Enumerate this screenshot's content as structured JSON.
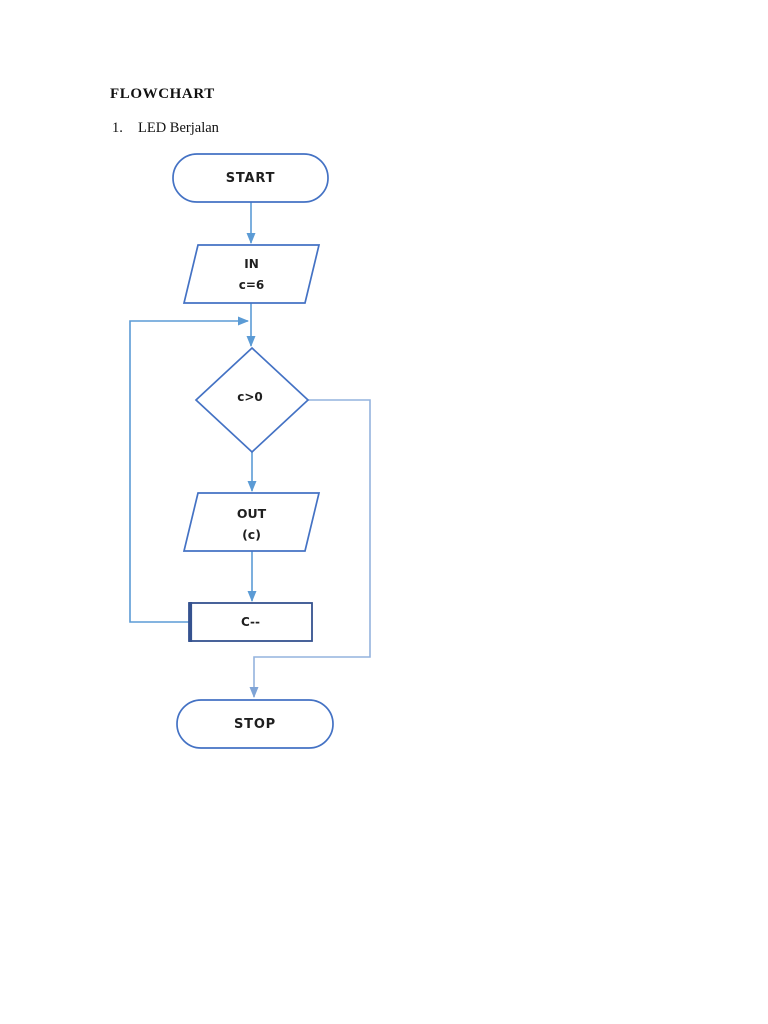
{
  "page": {
    "title": "FLOWCHART",
    "list_item": {
      "number": "1.",
      "label": "LED Berjalan"
    }
  },
  "flowchart": {
    "nodes": {
      "start": {
        "type": "terminator",
        "label": "START"
      },
      "input": {
        "type": "io",
        "line1": "IN",
        "line2": "c=6"
      },
      "decision": {
        "type": "decision",
        "label": "c>0"
      },
      "output": {
        "type": "io",
        "line1": "OUT",
        "line2": "(c)"
      },
      "process": {
        "type": "process",
        "label": "C--"
      },
      "stop": {
        "type": "terminator",
        "label": "STOP"
      }
    },
    "colors": {
      "shape_stroke": "#4472C4",
      "process_stroke": "#35528F",
      "connector": "#5B9BD5",
      "branch_connector": "#94B3DE",
      "label_text": "#1f1f1f"
    }
  }
}
